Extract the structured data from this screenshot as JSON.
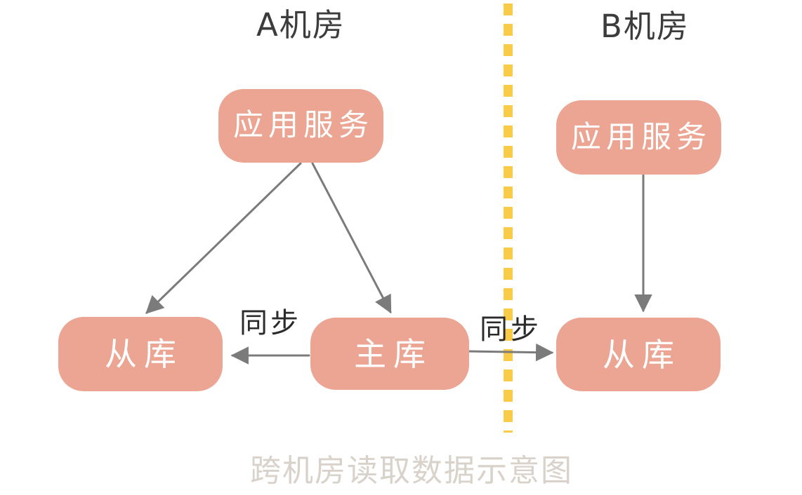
{
  "diagram": {
    "caption": "跨机房读取数据示意图",
    "zone_a": {
      "label": "A机房"
    },
    "zone_b": {
      "label": "B机房"
    },
    "nodes": {
      "app_a": {
        "label": "应用服务"
      },
      "app_b": {
        "label": "应用服务"
      },
      "slave_a": {
        "label": "从库"
      },
      "master": {
        "label": "主库"
      },
      "slave_b": {
        "label": "从库"
      }
    },
    "edges": {
      "sync_left": {
        "label": "同步"
      },
      "sync_right": {
        "label": "同步"
      }
    }
  },
  "colors": {
    "node_fill": "#EBA592",
    "node_text": "#FFFFFF",
    "arrow": "#7B7B7B",
    "divider": "#F9CB48",
    "zone_text": "#3C3C3C",
    "sync_text": "#2B2B2B",
    "caption_text": "#D8D2CA",
    "background": "#FFFFFF"
  }
}
